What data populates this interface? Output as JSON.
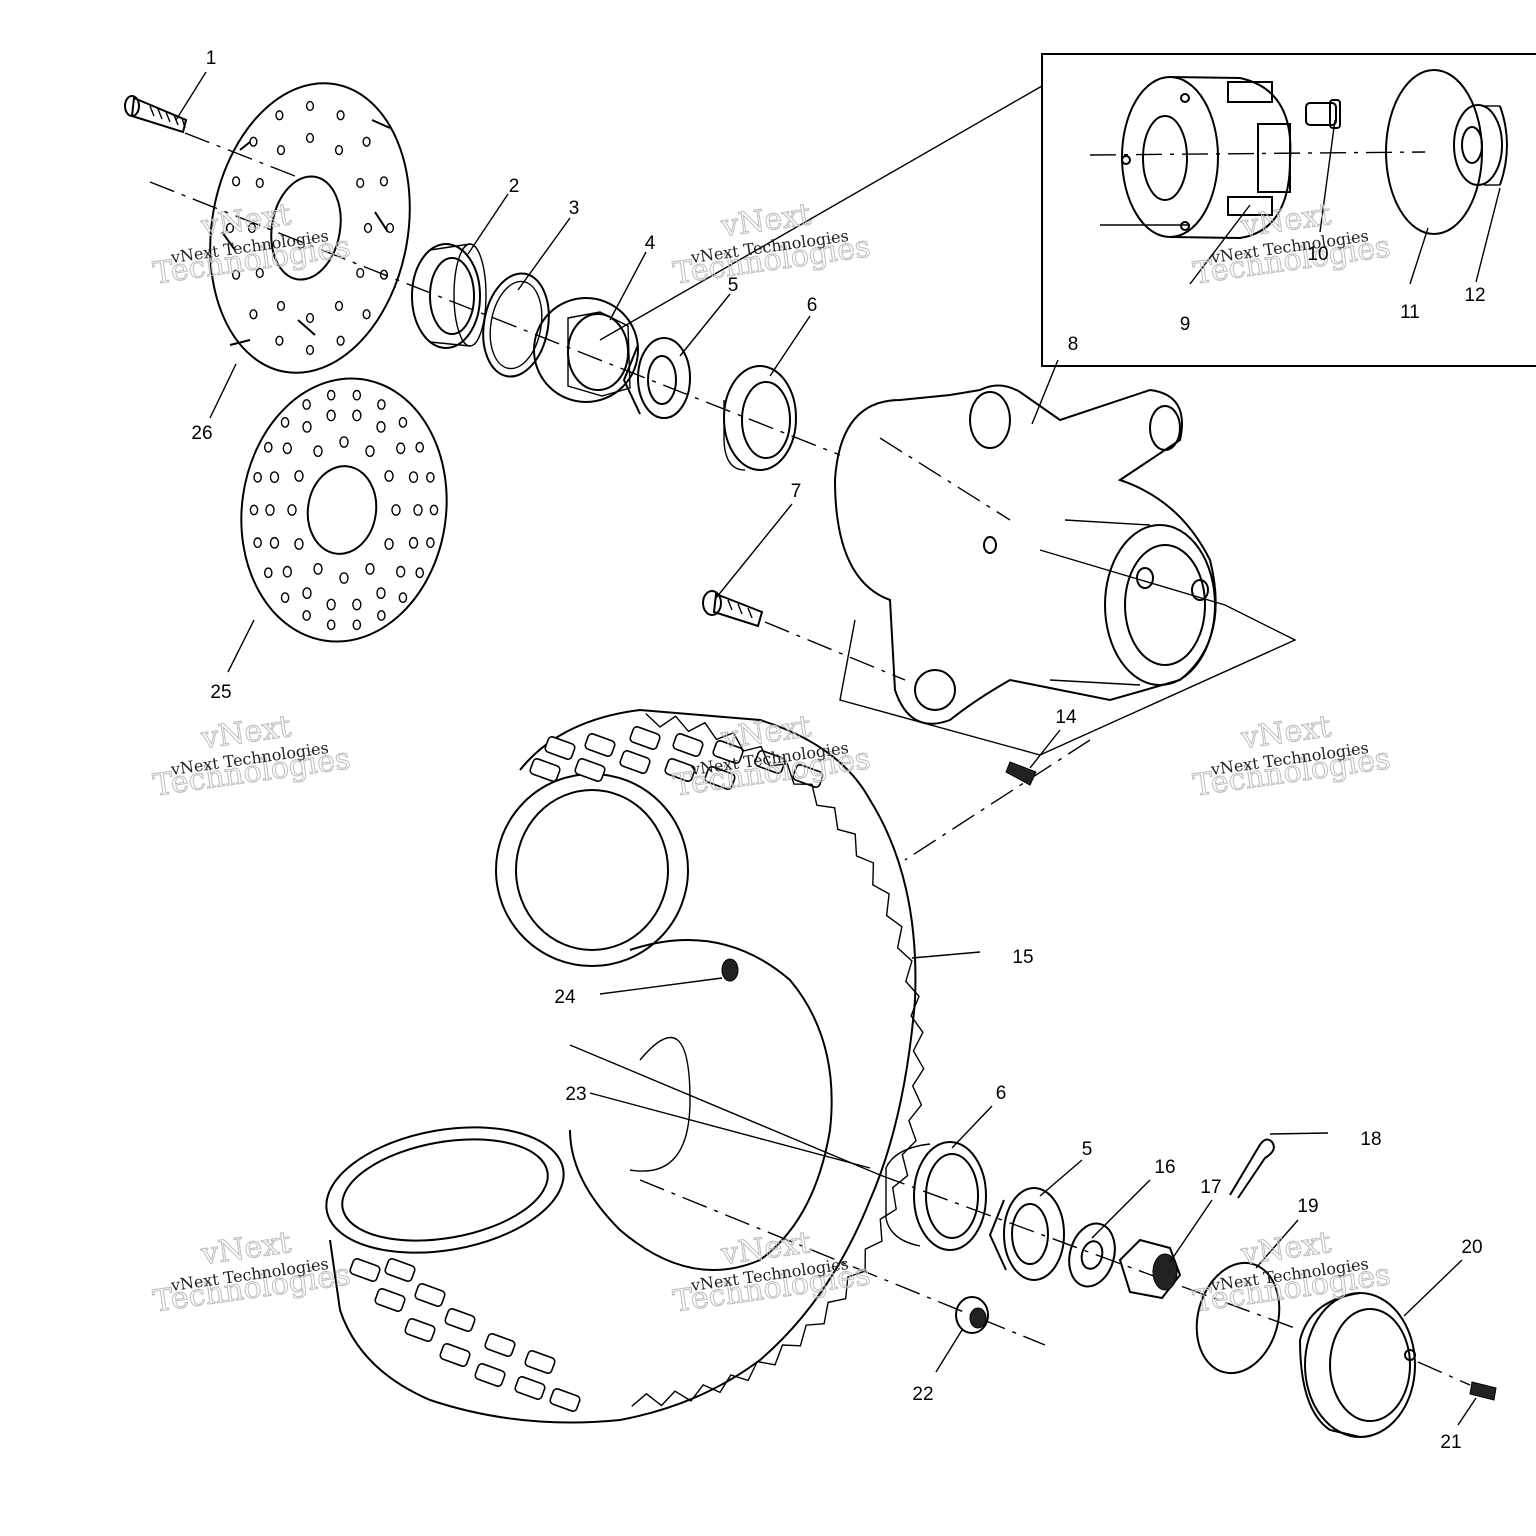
{
  "callouts": [
    {
      "id": "c1",
      "label": "1"
    },
    {
      "id": "c2",
      "label": "2"
    },
    {
      "id": "c3",
      "label": "3"
    },
    {
      "id": "c4",
      "label": "4"
    },
    {
      "id": "c5a",
      "label": "5"
    },
    {
      "id": "c6a",
      "label": "6"
    },
    {
      "id": "c7",
      "label": "7"
    },
    {
      "id": "c8",
      "label": "8"
    },
    {
      "id": "c9",
      "label": "9"
    },
    {
      "id": "c10",
      "label": "10"
    },
    {
      "id": "c11",
      "label": "11"
    },
    {
      "id": "c12",
      "label": "12"
    },
    {
      "id": "c14",
      "label": "14"
    },
    {
      "id": "c15",
      "label": "15"
    },
    {
      "id": "c16",
      "label": "16"
    },
    {
      "id": "c17",
      "label": "17"
    },
    {
      "id": "c18",
      "label": "18"
    },
    {
      "id": "c19",
      "label": "19"
    },
    {
      "id": "c20",
      "label": "20"
    },
    {
      "id": "c21",
      "label": "21"
    },
    {
      "id": "c22",
      "label": "22"
    },
    {
      "id": "c23",
      "label": "23"
    },
    {
      "id": "c24",
      "label": "24"
    },
    {
      "id": "c5b",
      "label": "5"
    },
    {
      "id": "c6b",
      "label": "6"
    },
    {
      "id": "c25",
      "label": "25"
    },
    {
      "id": "c26",
      "label": "26"
    }
  ],
  "watermark": {
    "line1": "vNext",
    "line2": "Technologies",
    "small": "vNext Technologies"
  }
}
